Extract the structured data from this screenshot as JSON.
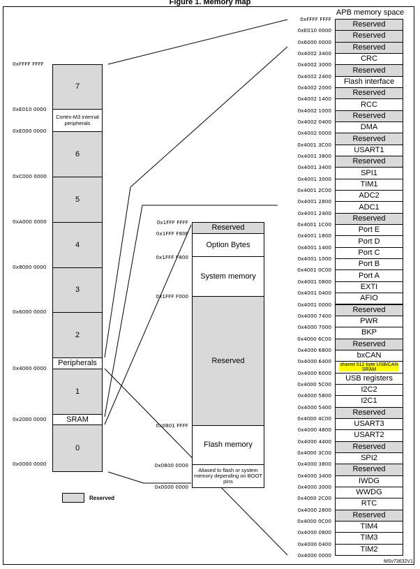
{
  "title": "Figure 1. Memory map",
  "watermark": "MSv73632V1",
  "legend": {
    "label": "Reserved"
  },
  "left": {
    "addresses": [
      "0xFFFF FFFF",
      "0xE010 0000",
      "0xE000 0000",
      "0xC000 0000",
      "0xA000 0000",
      "0x8000 0000",
      "0x6000 0000",
      "0x4000 0000",
      "0x2000 0000",
      "0x0000 0000"
    ],
    "blocks": [
      {
        "label": "7"
      },
      {
        "label": "Cortex-M3 internal peripherals"
      },
      {
        "label": "6"
      },
      {
        "label": "5"
      },
      {
        "label": "4"
      },
      {
        "label": "3"
      },
      {
        "label": "2"
      },
      {
        "label": "Peripherals"
      },
      {
        "label": "1"
      },
      {
        "label": "SRAM"
      },
      {
        "label": "0"
      }
    ]
  },
  "middle": {
    "addresses": [
      "0x1FFF FFFF",
      "0x1FFF F80F",
      "0x1FFF F800",
      "0x1FFF F000",
      "0x0801 FFFF",
      "0x0800 0000",
      "0x0000 0000"
    ],
    "blocks": [
      {
        "label": "Reserved"
      },
      {
        "label": "Option Bytes"
      },
      {
        "label": "System memory"
      },
      {
        "label": "Reserved"
      },
      {
        "label": "Flash memory"
      },
      {
        "label": "Aliased to flash or system memory depending on BOOT pins"
      }
    ]
  },
  "apb": {
    "title": "APB memory space",
    "top_address": "0xFFFF FFFF",
    "rows": [
      {
        "label": "Reserved",
        "addr": "0xE010 0000",
        "res": true
      },
      {
        "label": "Reserved",
        "addr": "0x6000 0000",
        "res": true
      },
      {
        "label": "Reserved",
        "addr": "0x4002 3400",
        "res": true
      },
      {
        "label": "CRC",
        "addr": "0x4002 3000",
        "res": false
      },
      {
        "label": "Reserved",
        "addr": "0x4002 2400",
        "res": true
      },
      {
        "label": "Flash interface",
        "addr": "0x4002 2000",
        "res": false
      },
      {
        "label": "Reserved",
        "addr": "0x4002 1400",
        "res": true
      },
      {
        "label": "RCC",
        "addr": "0x4002 1000",
        "res": false
      },
      {
        "label": "Reserved",
        "addr": "0x4002 0400",
        "res": true
      },
      {
        "label": "DMA",
        "addr": "0x4002 0000",
        "res": false
      },
      {
        "label": "Reserved",
        "addr": "0x4001 3C00",
        "res": true
      },
      {
        "label": "USART1",
        "addr": "0x4001 3800",
        "res": false
      },
      {
        "label": "Reserved",
        "addr": "0x4001 3400",
        "res": true
      },
      {
        "label": "SPI1",
        "addr": "0x4001 3000",
        "res": false
      },
      {
        "label": "TIM1",
        "addr": "0x4001 2C00",
        "res": false
      },
      {
        "label": "ADC2",
        "addr": "0x4001 2800",
        "res": false
      },
      {
        "label": "ADC1",
        "addr": "0x4001 2400",
        "res": false
      },
      {
        "label": "Reserved",
        "addr": "0x4001 1C00",
        "res": true
      },
      {
        "label": "Port E",
        "addr": "0x4001 1800",
        "res": false
      },
      {
        "label": "Port D",
        "addr": "0x4001 1400",
        "res": false
      },
      {
        "label": "Port C",
        "addr": "0x4001 1000",
        "res": false
      },
      {
        "label": "Port B",
        "addr": "0x4001 0C00",
        "res": false
      },
      {
        "label": "Port A",
        "addr": "0x4001 0800",
        "res": false
      },
      {
        "label": "EXTI",
        "addr": "0x4001 0400",
        "res": false
      },
      {
        "label": "AFIO",
        "addr": "0x4001 0000",
        "res": false
      },
      {
        "label": "Reserved",
        "addr": "0x4000 7400",
        "res": true
      },
      {
        "label": "PWR",
        "addr": "0x4000 7000",
        "res": false
      },
      {
        "label": "BKP",
        "addr": "0x4000 6C00",
        "res": false
      },
      {
        "label": "Reserved",
        "addr": "0x4000 6800",
        "res": true
      },
      {
        "label": "bxCAN",
        "addr": "0x4000 6400",
        "res": false
      },
      {
        "label": "shared 512 byte USB/CAN SRAM",
        "addr": "0x4000 6000",
        "res": false,
        "highlight": true
      },
      {
        "label": "USB registers",
        "addr": "0x4000 5C00",
        "res": false
      },
      {
        "label": "I2C2",
        "addr": "0x4000 5800",
        "res": false
      },
      {
        "label": "I2C1",
        "addr": "0x4000 5400",
        "res": false
      },
      {
        "label": "Reserved",
        "addr": "0x4000 4C00",
        "res": true
      },
      {
        "label": "USART3",
        "addr": "0x4000 4800",
        "res": false
      },
      {
        "label": "USART2",
        "addr": "0x4000 4400",
        "res": false
      },
      {
        "label": "Reserved",
        "addr": "0x4000 3C00",
        "res": true
      },
      {
        "label": "SPI2",
        "addr": "0x4000 3800",
        "res": false
      },
      {
        "label": "Reserved",
        "addr": "0x4000 3400",
        "res": true
      },
      {
        "label": "IWDG",
        "addr": "0x4000 3000",
        "res": false
      },
      {
        "label": "WWDG",
        "addr": "0x4000 2C00",
        "res": false
      },
      {
        "label": "RTC",
        "addr": "0x4000 2800",
        "res": false
      },
      {
        "label": "Reserved",
        "addr": "0x4000 0C00",
        "res": true
      },
      {
        "label": "TIM4",
        "addr": "0x4000 0800",
        "res": false
      },
      {
        "label": "TIM3",
        "addr": "0x4000 0400",
        "res": false
      },
      {
        "label": "TIM2",
        "addr": "0x4000 0000",
        "res": false
      }
    ]
  }
}
